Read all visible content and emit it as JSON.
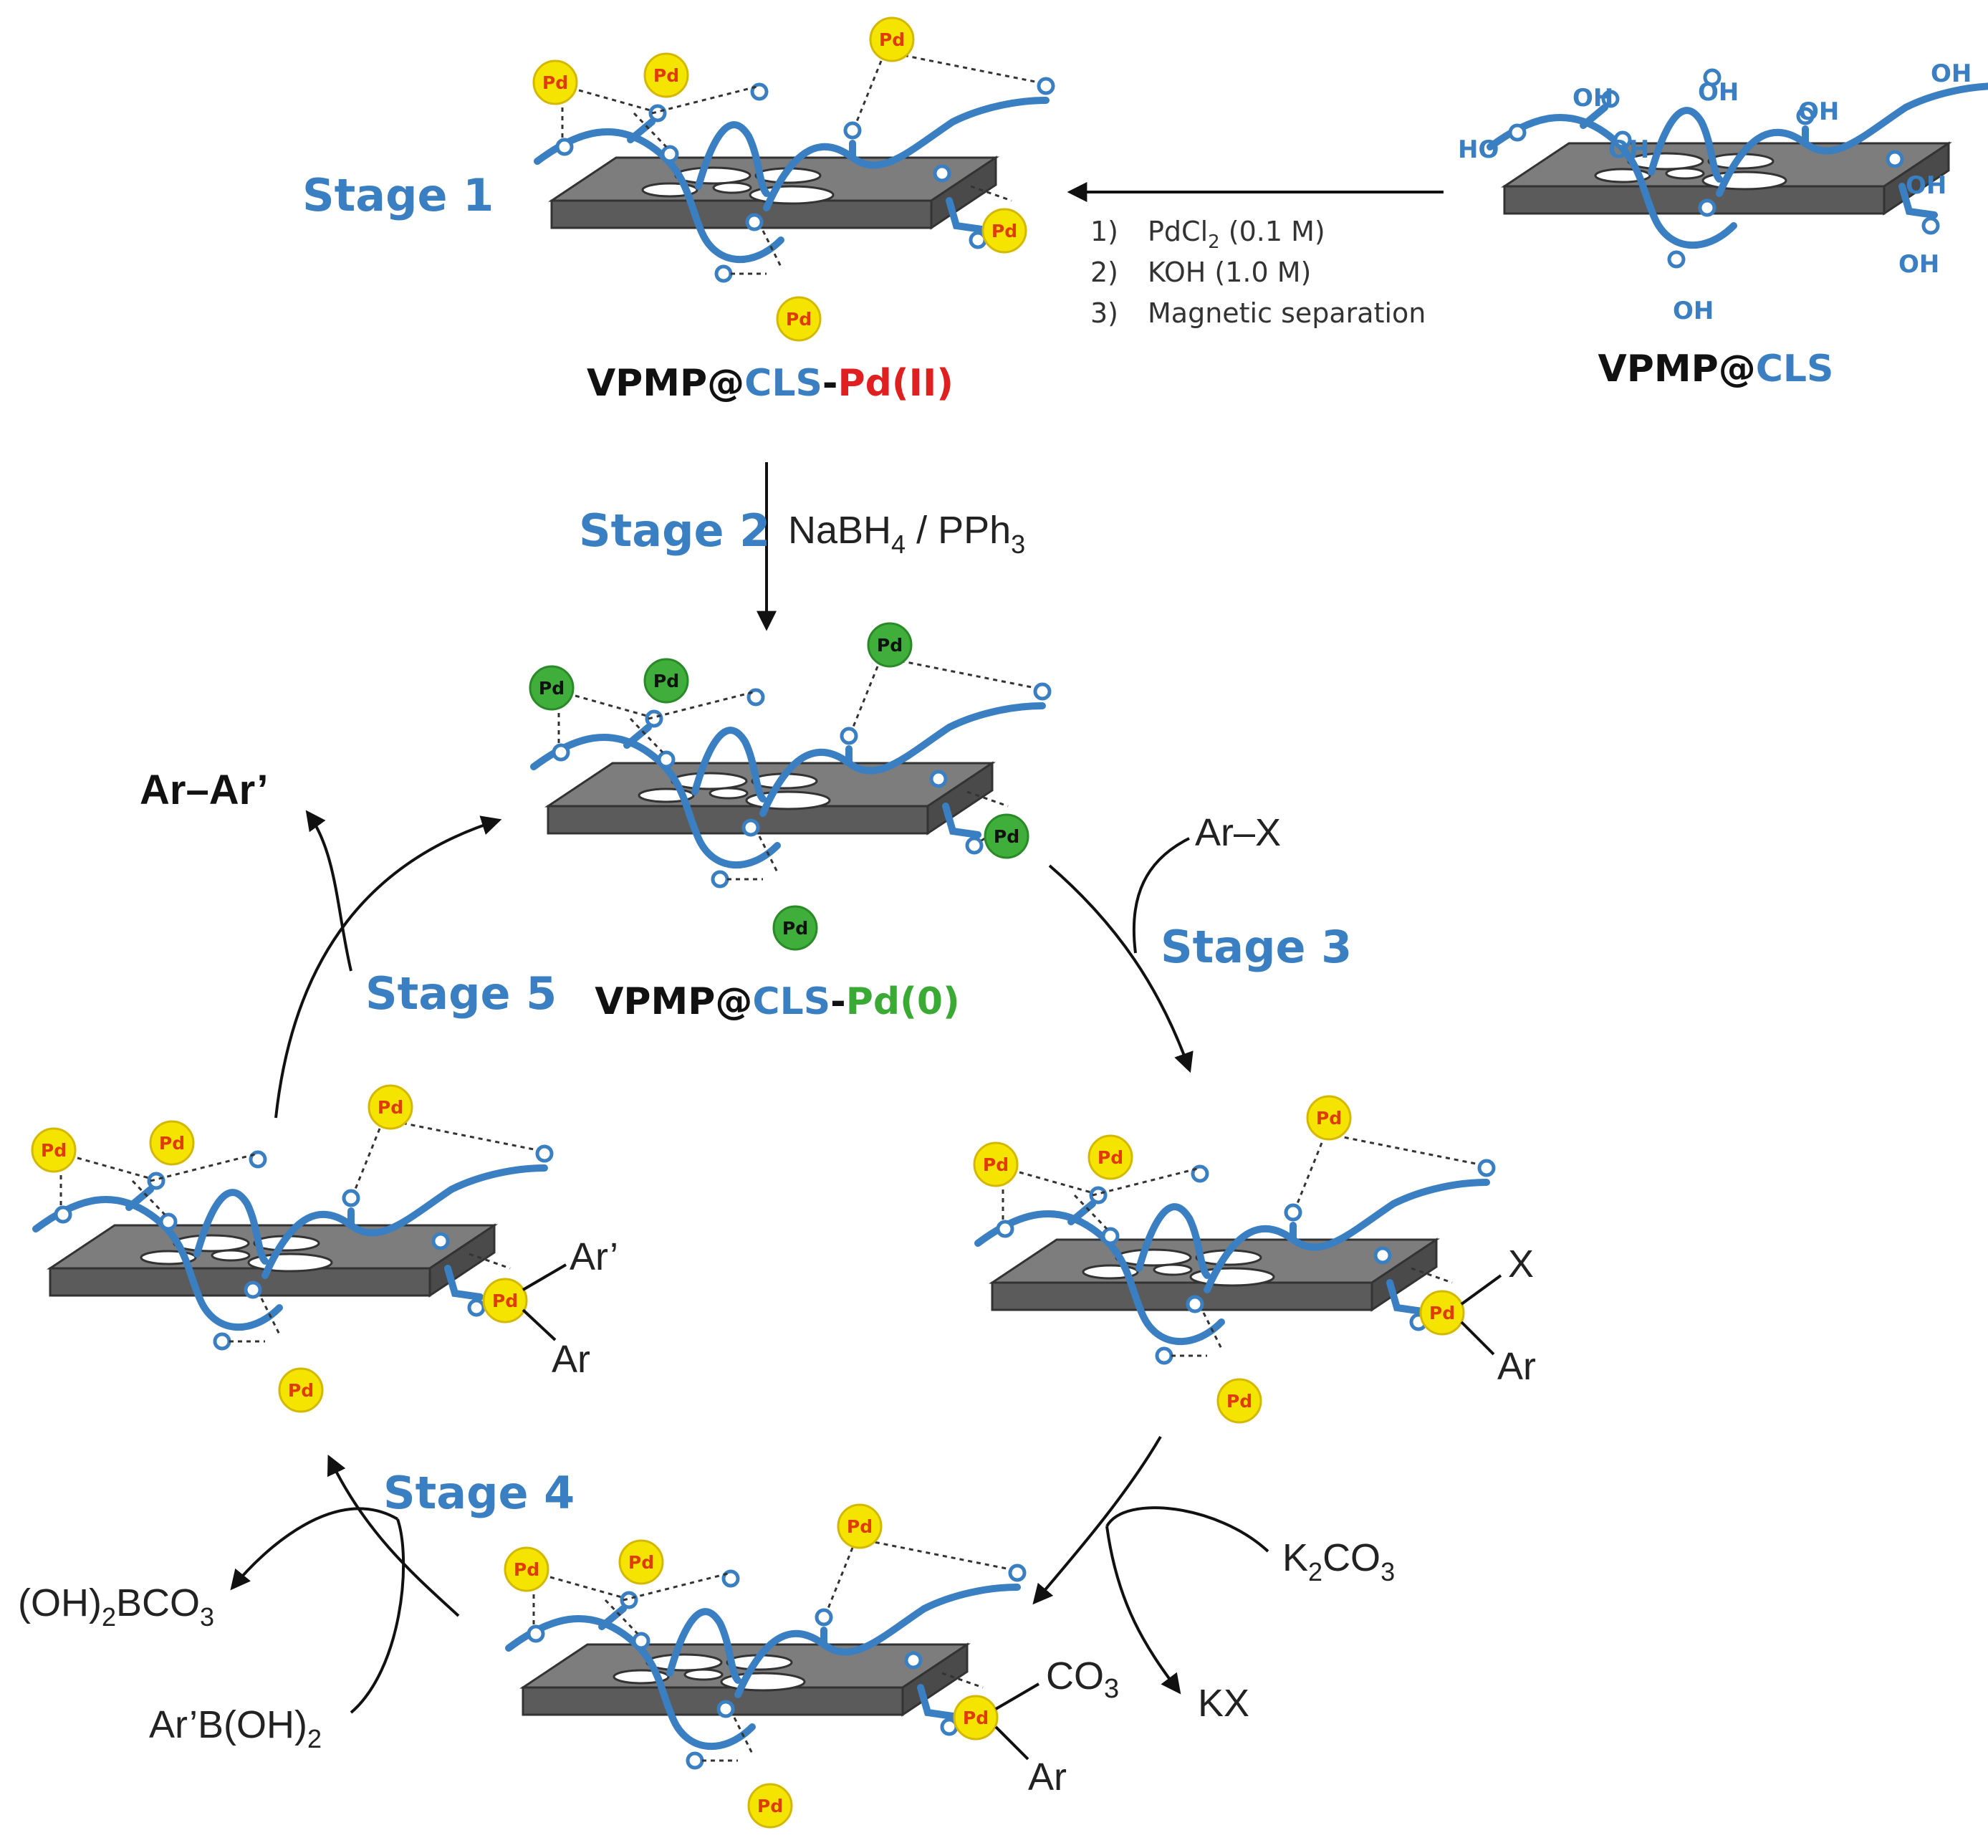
{
  "stages": {
    "s1": "Stage 1",
    "s2": "Stage 2",
    "s3": "Stage 3",
    "s4": "Stage 4",
    "s5": "Stage 5"
  },
  "conditions": {
    "c1_num": "1)",
    "c1_main": "PdCl",
    "c1_sub": "2",
    "c1_rest": " (0.1 M)",
    "c2_num": "2)",
    "c2_text": "KOH (1.0 M)",
    "c3_num": "3)",
    "c3_text": "Magnetic separation"
  },
  "stage2_reagent": {
    "a": "NaBH",
    "a_sub": "4",
    "b": " / PPh",
    "b_sub": "3"
  },
  "materials": {
    "pd2": {
      "a": "VPMP@",
      "b": "CLS",
      "c": "-",
      "d": "Pd(II)"
    },
    "start": {
      "a": "VPMP@",
      "b": "CLS"
    },
    "pd0": {
      "a": "VPMP@",
      "b": "CLS",
      "c": "-",
      "d": "Pd(0)"
    }
  },
  "species": {
    "product": "Ar–Ar’",
    "arx": "Ar–X",
    "k2co3": {
      "a": "K",
      "a_sub": "2",
      "b": "CO",
      "b_sub": "3"
    },
    "kx": "KX",
    "boronate": {
      "a": "(OH)",
      "a_sub": "2",
      "b": "BCO",
      "b_sub": "3"
    },
    "boronic": {
      "a": "Ar’B(OH)",
      "a_sub": "2"
    }
  },
  "ligands": {
    "x": "X",
    "ar": "Ar",
    "arp": "Ar’",
    "co3": "CO",
    "co3_sub": "3"
  },
  "atoms": {
    "pd": "Pd",
    "o": "O",
    "oh": "OH",
    "ho": "HO"
  },
  "colors": {
    "stage_blue": "#3a7fc1",
    "cls_blue": "#3a7fc1",
    "pd2_red": "#e02020",
    "pd0_green": "#3aaa35",
    "pd_yellow": "#f5e400",
    "pd_green": "#3fae3a",
    "slab_top": "#7a7a7a",
    "slab_side": "#5a5a5a"
  }
}
